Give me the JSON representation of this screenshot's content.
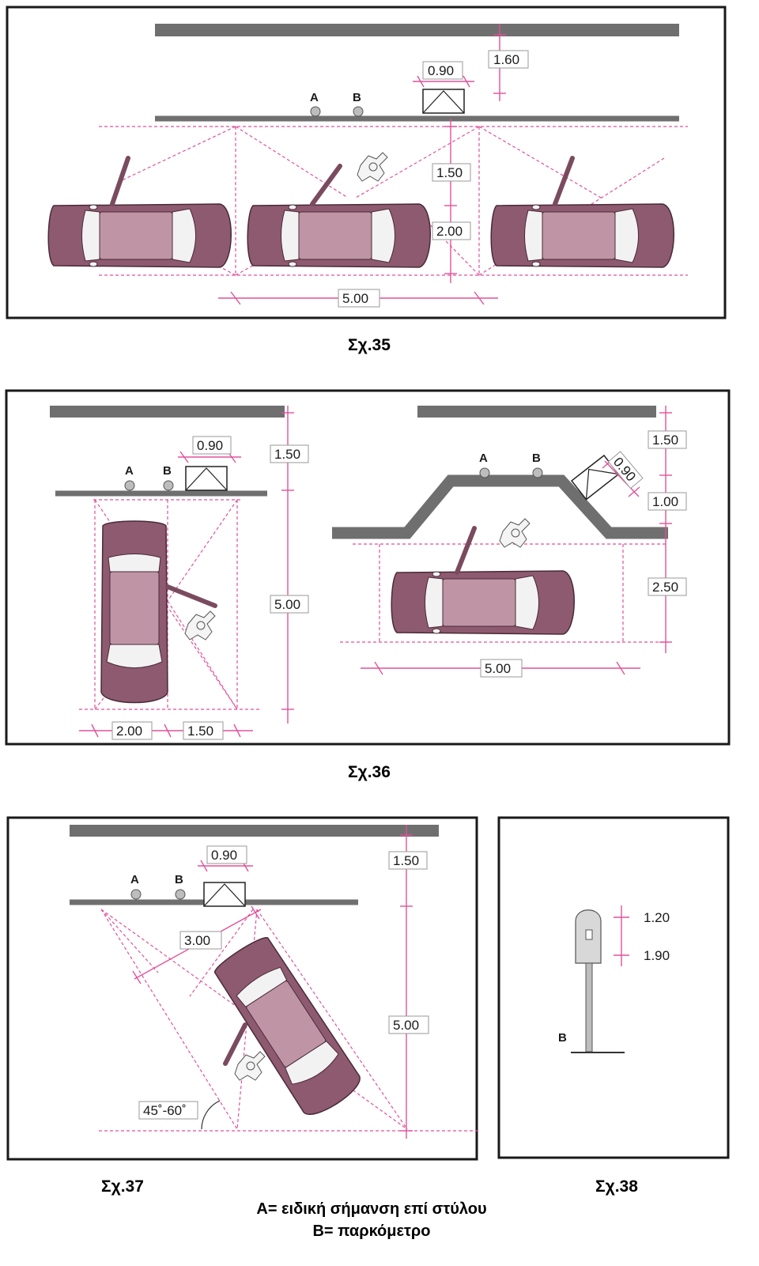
{
  "figures": {
    "fig35": {
      "caption": "Σχ.35",
      "dimensions": {
        "d_090": "0.90",
        "d_160": "1.60",
        "d_150": "1.50",
        "d_200": "2.00",
        "d_500": "5.00"
      },
      "markers": {
        "a": "A",
        "b": "B"
      }
    },
    "fig36": {
      "caption": "Σχ.36",
      "left": {
        "dimensions": {
          "d_090": "0.90",
          "d_150_top": "1.50",
          "d_500": "5.00",
          "d_200": "2.00",
          "d_150_bottom": "1.50"
        },
        "markers": {
          "a": "A",
          "b": "B"
        }
      },
      "right": {
        "dimensions": {
          "d_150": "1.50",
          "d_090": "0.90",
          "d_100": "1.00",
          "d_250": "2.50",
          "d_500": "5.00"
        },
        "markers": {
          "a": "A",
          "b": "B"
        }
      }
    },
    "fig37": {
      "caption": "Σχ.37",
      "dimensions": {
        "d_090": "0.90",
        "d_150": "1.50",
        "d_300": "3.00",
        "d_500": "5.00",
        "angle": "45˚-60˚"
      },
      "markers": {
        "a": "A",
        "b": "B"
      }
    },
    "fig38": {
      "caption": "Σχ.38",
      "dimensions": {
        "d_120": "1.20",
        "d_190": "1.90"
      },
      "markers": {
        "b": "B"
      }
    }
  },
  "legend": {
    "a": "A= ειδική σήμανση επί στύλου",
    "b": "B= παρκόμετρο"
  },
  "colors": {
    "dimension": "#e0529a",
    "car": "#8e5a6f",
    "wall": "#6f6f6f"
  }
}
